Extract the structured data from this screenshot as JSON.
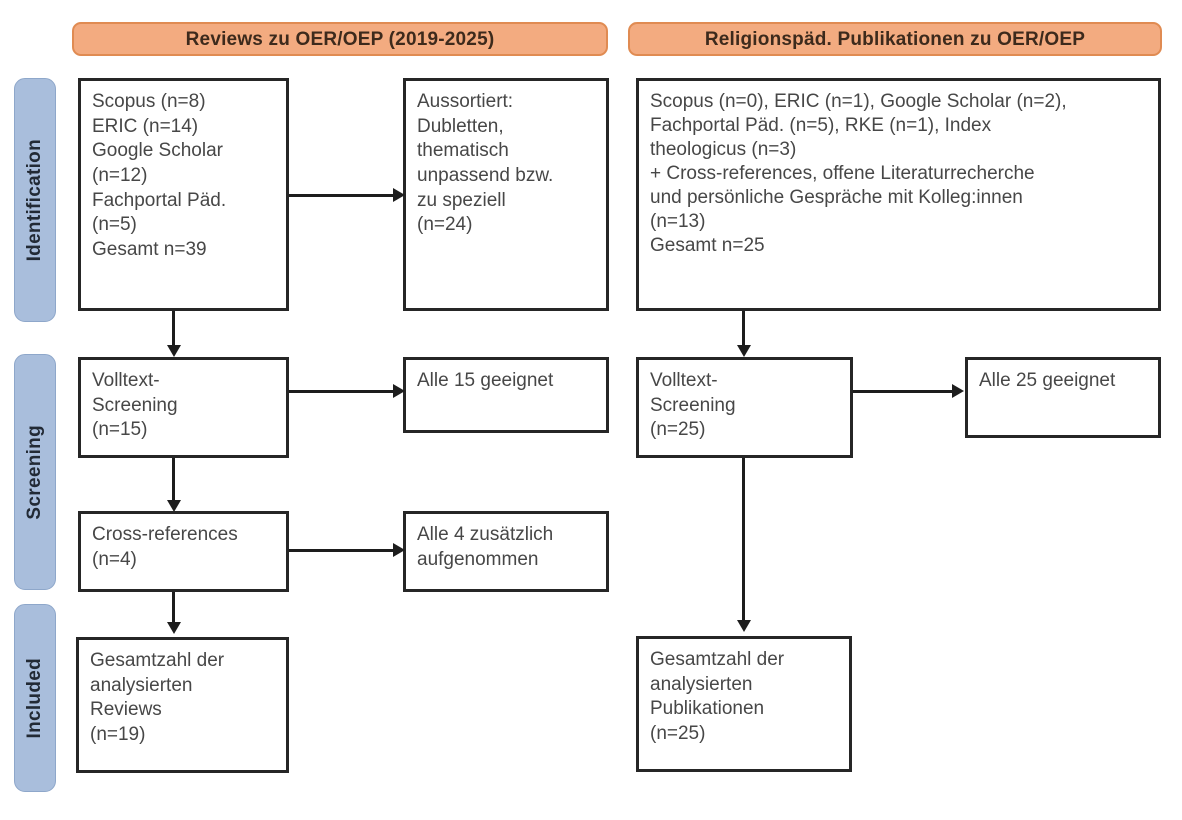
{
  "figure": {
    "type": "prisma-flow-diagram",
    "title_left": "Reviews zu OER/OEP (2019-2025)",
    "title_right": "Religionspäd. Publikationen zu OER/OEP"
  },
  "stages": [
    {
      "label": "Identification"
    },
    {
      "label": "Screening"
    },
    {
      "label": "Included"
    }
  ],
  "left_column": {
    "header": "Reviews zu OER/OEP (2019-2025)",
    "identification_sources": "Scopus (n=8)\nERIC (n=14)\nGoogle Scholar\n(n=12)\nFachportal Päd.\n(n=5)\nGesamt n=39",
    "excluded": "Aussortiert:\nDubletten,\nthematisch\nunpassend bzw.\nzu speziell\n(n=24)",
    "fulltext_screening": "Volltext-\nScreening\n(n=15)",
    "fulltext_result": "Alle 15 geeignet",
    "cross_references": "Cross-references\n(n=4)",
    "cross_references_result": "Alle 4 zusätzlich\naufgenommen",
    "included_total": "Gesamtzahl der\nanalysierten\nReviews\n(n=19)"
  },
  "right_column": {
    "header": "Religionspäd. Publikationen zu OER/OEP",
    "identification_sources": "Scopus (n=0), ERIC (n=1), Google Scholar (n=2),\nFachportal Päd. (n=5), RKE (n=1), Index\ntheologicus (n=3)\n+ Cross-references, offene Literaturrecherche\nund persönliche Gespräche mit Kolleg:innen\n(n=13)\nGesamt n=25",
    "fulltext_screening": "Volltext-\nScreening\n(n=25)",
    "fulltext_result": "Alle 25 geeignet",
    "included_total": "Gesamtzahl der\nanalysierten\nPublikationen\n(n=25)"
  },
  "counts": {
    "left_scopus": 8,
    "left_eric": 14,
    "left_google_scholar": 12,
    "left_fachportal_paed": 5,
    "left_gesamt": 39,
    "left_excluded": 24,
    "left_fulltext_screening": 15,
    "left_fulltext_suitable": 15,
    "left_cross_references": 4,
    "left_cross_references_added": 4,
    "left_included": 19,
    "right_scopus": 0,
    "right_eric": 1,
    "right_google_scholar": 2,
    "right_fachportal_paed": 5,
    "right_rke": 1,
    "right_index_theologicus": 3,
    "right_other_sources": 13,
    "right_gesamt": 25,
    "right_fulltext_screening": 25,
    "right_fulltext_suitable": 25,
    "right_included": 25
  },
  "colors": {
    "header_fill": "#f3ab80",
    "header_border": "#e08b52",
    "stage_fill": "#a9bedc",
    "stage_border": "#8ea7ca",
    "box_border": "#262626",
    "connector": "#1d1d1d",
    "text": "#474747",
    "background": "#ffffff"
  }
}
